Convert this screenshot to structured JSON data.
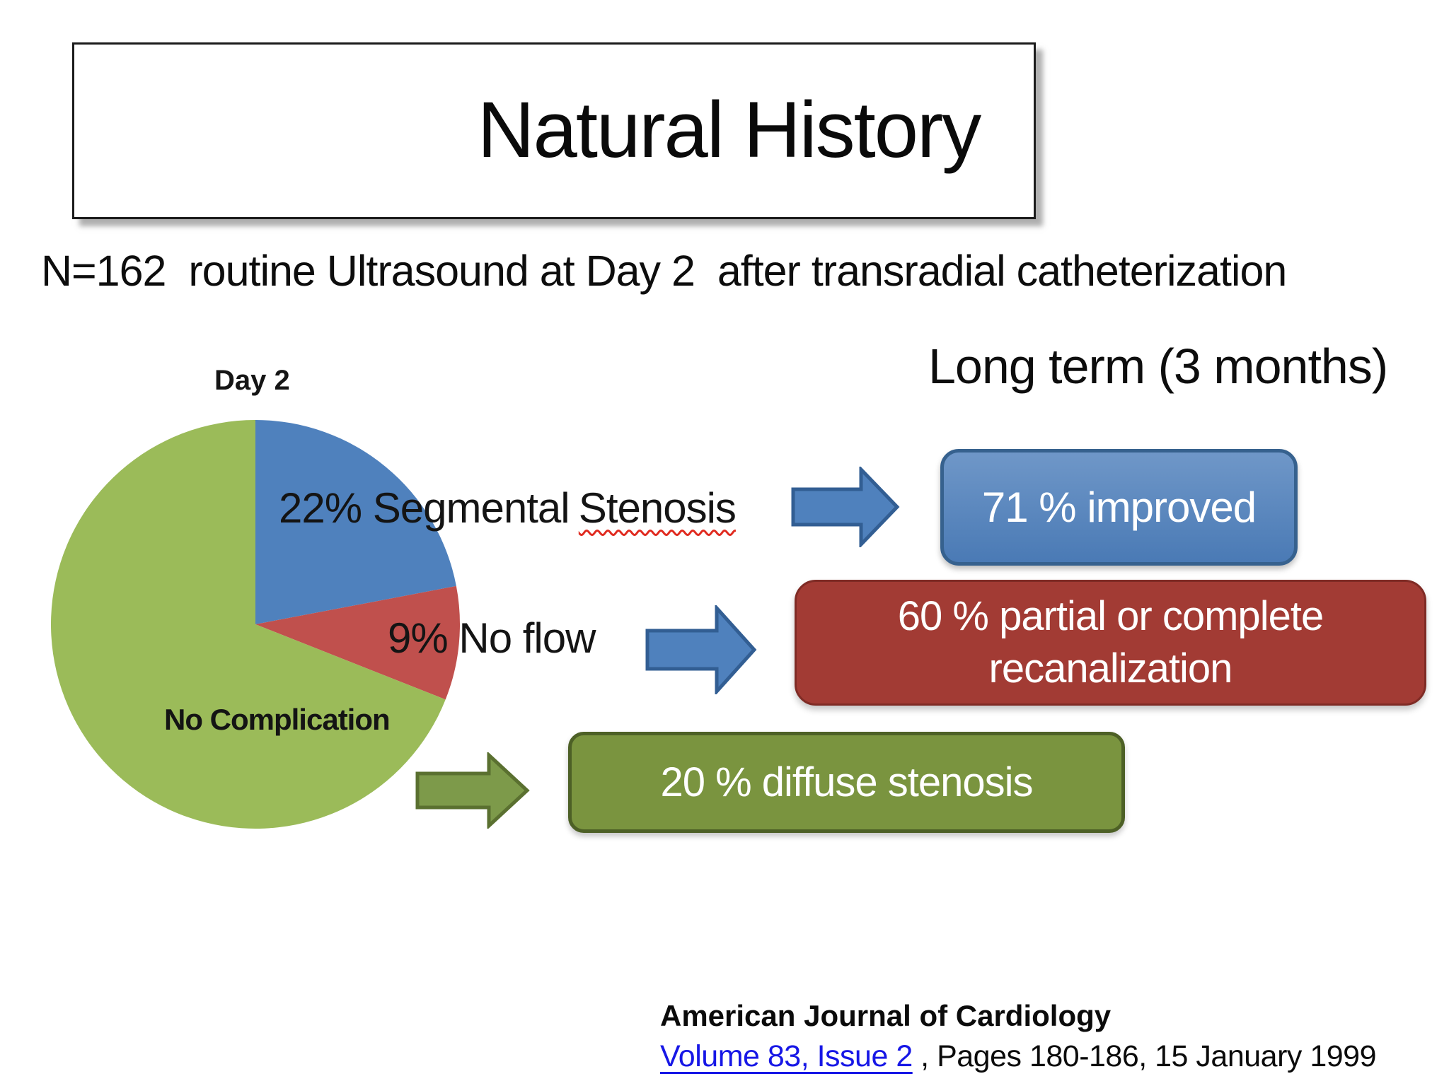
{
  "slide": {
    "title": "Natural History",
    "subtitle": "N=162  routine Ultrasound at Day 2  after transradial catheterization",
    "long_term_header": "Long term (3 months)"
  },
  "chart_data": {
    "type": "pie",
    "title": "Day 2",
    "categories": [
      "Segmental Stenosis",
      "No flow",
      "No Complication"
    ],
    "values": [
      22,
      9,
      69
    ],
    "unit": "percent",
    "colors": [
      "#4f81bd",
      "#c0504d",
      "#9bbb59"
    ],
    "start_angle_deg": 0,
    "direction": "clockwise",
    "slice_labels": {
      "segmental_prefix": "22% Segmental",
      "segmental_wavy_word": "Stenosis",
      "no_flow": "9% No flow",
      "no_complication": "No Complication"
    }
  },
  "outcomes": {
    "improved": {
      "text": "71 % improved",
      "fill": "#4f81bd"
    },
    "recanalization": {
      "line1": "60 % partial or complete",
      "line2": "recanalization",
      "fill": "#a23b34"
    },
    "diffuse": {
      "text": "20 % diffuse stenosis",
      "fill": "#7a943f"
    }
  },
  "citation": {
    "journal": "American Journal of Cardiology",
    "link_text": "Volume 83, Issue 2",
    "suffix": " , Pages 180-186, 15 January 1999"
  }
}
